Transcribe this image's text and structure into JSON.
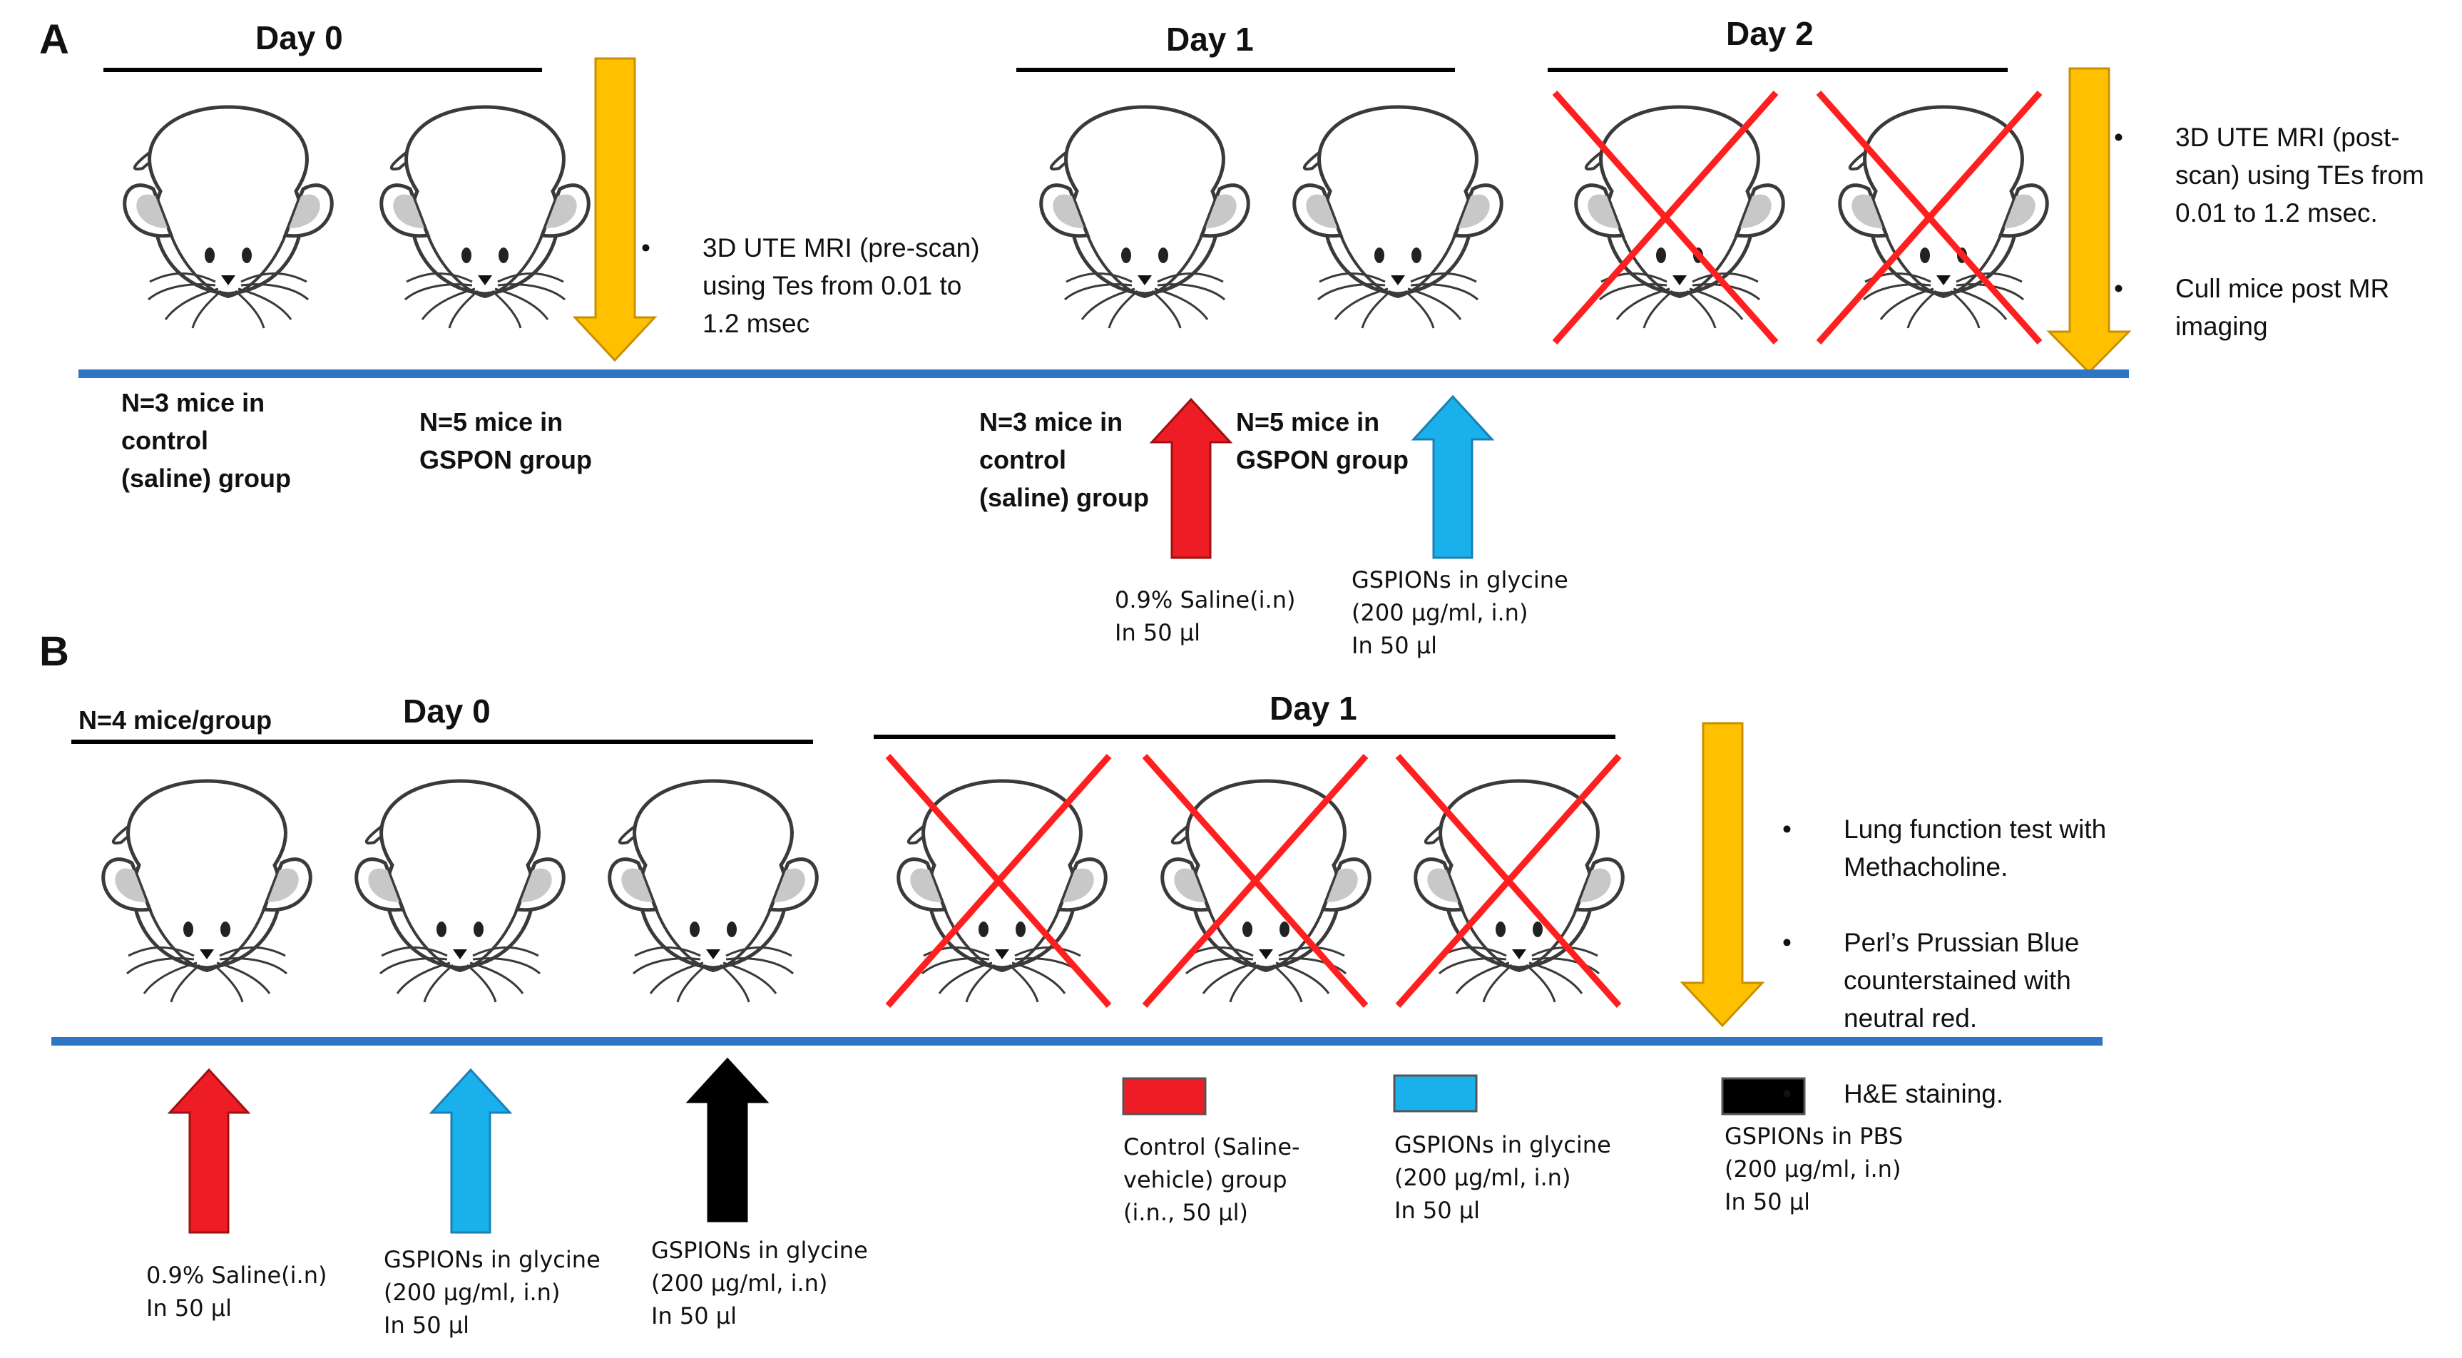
{
  "panels": {
    "a": {
      "label": "A",
      "day0": "Day 0",
      "day1": "Day 1",
      "day2": "Day 2",
      "group_control_day0": "N=3 mice in\ncontrol\n(saline) group",
      "group_gspon_day0": "N=5 mice in\nGSPON group",
      "group_control_day1": "N=3 mice in\ncontrol\n(saline) group",
      "group_gspon_day1": "N=5 mice in\nGSPON group",
      "prescan_bullet": "3D UTE MRI (pre-scan)\nusing Tes from 0.01 to\n1.2 msec",
      "postscan_bullet": "3D UTE MRI (post-\nscan) using TEs from\n0.01 to 1.2 msec.",
      "cull_bullet": "Cull mice post MR\nimaging",
      "saline_note": "0.9% Saline(i.n)\nIn 50 µl",
      "gspion_note": "GSPIONs in glycine\n(200 µg/ml, i.n)\nIn 50 µl"
    },
    "b": {
      "label": "B",
      "group_size": "N=4 mice/group",
      "day0": "Day 0",
      "day1": "Day 1",
      "saline_note": "0.9% Saline(i.n)\nIn 50 µl",
      "gspion_glycine_note_1": "GSPIONs in glycine\n(200 µg/ml, i.n)\nIn 50 µl",
      "gspion_glycine_note_2": "GSPIONs in glycine\n(200 µg/ml, i.n)\nIn 50 µl",
      "bullets": [
        "Lung function test with\nMethacholine.",
        "Perl’s Prussian Blue\ncounterstained with\nneutral red.",
        "H&E staining."
      ],
      "legend": [
        {
          "color": "#ee1c25",
          "label": "Control (Saline-\nvehicle) group\n(i.n., 50 µl)"
        },
        {
          "color": "#1ab0ec",
          "label": "GSPIONs in glycine\n(200 µg/ml, i.n)\nIn 50 µl"
        },
        {
          "color": "#000000",
          "label": "GSPIONs in PBS\n(200 µg/ml, i.n)\nIn 50 µl"
        }
      ]
    }
  },
  "bullet_symbol": "•",
  "colors": {
    "timeline": "#2e75c6",
    "day_bar": "#000000",
    "orange_arrow": "#ffc000",
    "orange_arrow_outline": "#c98f00",
    "red_arrow": "#ee1c25",
    "blue_arrow": "#1ab0ec",
    "black_arrow": "#000000",
    "cross": "#ff1f1f",
    "mouse_outline": "#3a3a3a",
    "mouse_ear": "#c8c8c8"
  },
  "icons": [
    "mouse-icon",
    "cross-out-icon",
    "up-arrow-icon",
    "down-arrow-icon"
  ]
}
